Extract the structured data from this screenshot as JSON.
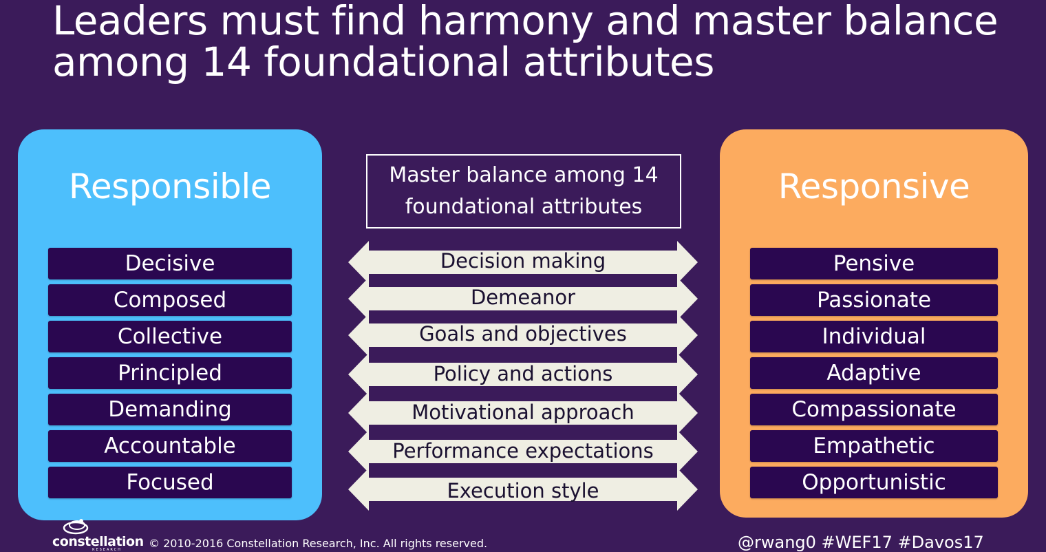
{
  "title": {
    "line1": "Leaders must find harmony and master balance",
    "line2": "among 14 foundational attributes"
  },
  "left_panel": {
    "heading": "Responsible",
    "color": "#4dbffc",
    "attributes": [
      "Decisive",
      "Composed",
      "Collective",
      "Principled",
      "Demanding",
      "Accountable",
      "Focused"
    ]
  },
  "right_panel": {
    "heading": "Responsive",
    "color": "#fcab5f",
    "attributes": [
      "Pensive",
      "Passionate",
      "Individual",
      "Adaptive",
      "Compassionate",
      "Empathetic",
      "Opportunistic"
    ]
  },
  "center": {
    "box_line1": "Master balance among 14",
    "box_line2": "foundational attributes",
    "dimensions": [
      "Decision making",
      "Demeanor",
      "Goals and objectives",
      "Policy and actions",
      "Motivational approach",
      "Performance expectations",
      "Execution style"
    ]
  },
  "footer": {
    "logo_text": "constellation",
    "logo_sub": "RESEARCH",
    "copyright": "© 2010-2016 Constellation Research, Inc. All rights reserved.",
    "hashtags": "@rwang0 #WEF17 #Davos17"
  },
  "colors": {
    "background": "#3b1b5a",
    "attribute_box": "#2a0750",
    "arrow_fill": "#efeee3"
  }
}
